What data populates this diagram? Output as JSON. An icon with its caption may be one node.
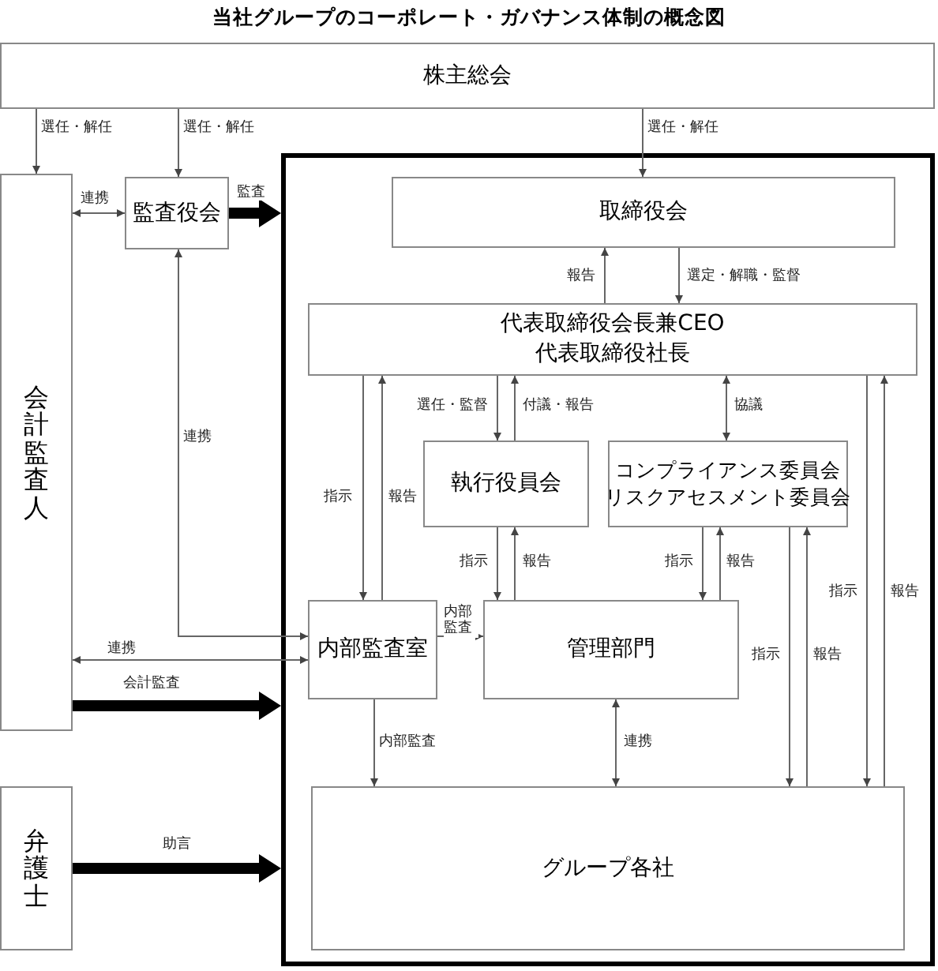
{
  "diagram": {
    "title": "当社グループのコーポレート・ガバナンス体制の概念図",
    "nodes": [
      {
        "text": [
          "株主総会"
        ]
      },
      {
        "text": [
          "会計監査人"
        ]
      },
      {
        "text": [
          "監査役会"
        ]
      },
      {
        "text": [],
        "shape": "box"
      },
      {
        "text": [
          "取締役会"
        ],
        "in": 3
      },
      {
        "text": [
          "代表取締役会長兼CEO",
          "代表取締役社長"
        ],
        "in": 3
      },
      {
        "text": [
          "執行役員会"
        ],
        "in": 3
      },
      {
        "text": [
          "コンプライアンス委員会",
          "リスクアセスメント委員会"
        ],
        "in": 3
      },
      {
        "text": [
          "内部監査室"
        ],
        "in": 3
      },
      {
        "text": [
          "管理部門"
        ],
        "in": 3
      },
      {
        "text": [
          "グループ各社"
        ],
        "in": 3
      },
      {
        "text": [
          "弁護士"
        ]
      }
    ],
    "edges": [
      {
        "from": 0,
        "to": 1,
        "arrow": "to",
        "label": "選任・解任"
      },
      {
        "from": 0,
        "to": 2,
        "arrow": "to",
        "label": "選任・解任"
      },
      {
        "from": 0,
        "to": 4,
        "arrow": "to",
        "label": "選任・解任"
      },
      {
        "from": 2,
        "to": 1,
        "arrow": "both",
        "label": "連携"
      },
      {
        "from": 2,
        "to": 3,
        "arrow": "to",
        "label": "監査",
        "style": "thick",
        "color": "#000000"
      },
      {
        "from": 5,
        "to": 4,
        "arrow": "to",
        "label": "報告"
      },
      {
        "from": 4,
        "to": 5,
        "arrow": "to",
        "label": "選定・解職・監督"
      },
      {
        "from": 5,
        "to": 8,
        "arrow": "to",
        "label": "指示"
      },
      {
        "from": 8,
        "to": 5,
        "arrow": "to",
        "label": "報告"
      },
      {
        "from": 5,
        "to": 6,
        "arrow": "to",
        "label": "選任・監督"
      },
      {
        "from": 6,
        "to": 5,
        "arrow": "to",
        "label": "付議・報告"
      },
      {
        "from": 5,
        "to": 7,
        "arrow": "both",
        "label": "協議"
      },
      {
        "from": 6,
        "to": 9,
        "arrow": "to",
        "label": "指示"
      },
      {
        "from": 9,
        "to": 6,
        "arrow": "to",
        "label": "報告"
      },
      {
        "from": 7,
        "to": 9,
        "arrow": "to",
        "label": "指示"
      },
      {
        "from": 9,
        "to": 7,
        "arrow": "to",
        "label": "報告"
      },
      {
        "from": 7,
        "to": 10,
        "arrow": "to",
        "label": "指示"
      },
      {
        "from": 10,
        "to": 7,
        "arrow": "to",
        "label": "報告"
      },
      {
        "from": 5,
        "to": 10,
        "arrow": "to",
        "label": "指示"
      },
      {
        "from": 10,
        "to": 5,
        "arrow": "to",
        "label": "報告"
      },
      {
        "from": 2,
        "to": 8,
        "arrow": "both",
        "label": "連携"
      },
      {
        "from": 1,
        "to": 8,
        "arrow": "both",
        "label": "連携"
      },
      {
        "from": 1,
        "to": 3,
        "arrow": "to",
        "label": "会計監査",
        "style": "thick",
        "color": "#000000"
      },
      {
        "from": 8,
        "to": 9,
        "arrow": "to",
        "label": "内部監査"
      },
      {
        "from": 8,
        "to": 10,
        "arrow": "to",
        "label": "内部監査"
      },
      {
        "from": 9,
        "to": 10,
        "arrow": "both",
        "label": "連携"
      },
      {
        "from": 11,
        "to": 3,
        "arrow": "to",
        "label": "助言",
        "style": "thick",
        "color": "#000000"
      }
    ]
  }
}
